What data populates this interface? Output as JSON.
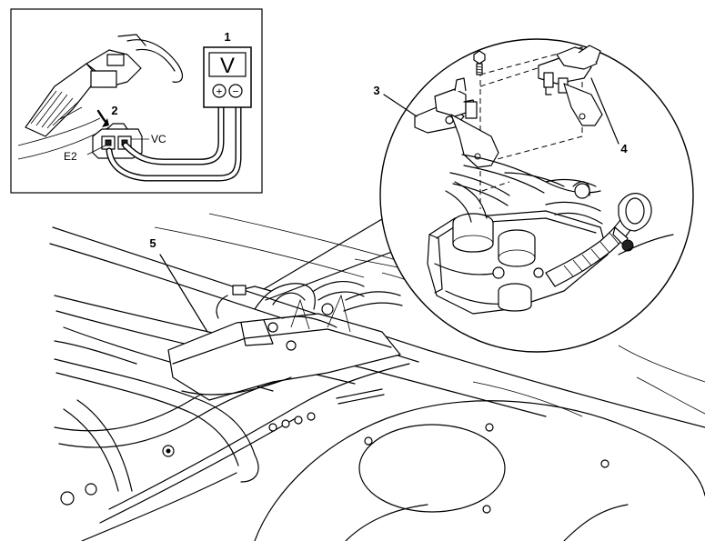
{
  "callouts": {
    "c1": "1",
    "c2": "2",
    "c3": "3",
    "c4": "4",
    "c5": "5"
  },
  "inset": {
    "meter_symbol": "V",
    "meter_plus": "+",
    "meter_minus": "−",
    "terminal_vc": "VC",
    "terminal_e2": "E2"
  }
}
